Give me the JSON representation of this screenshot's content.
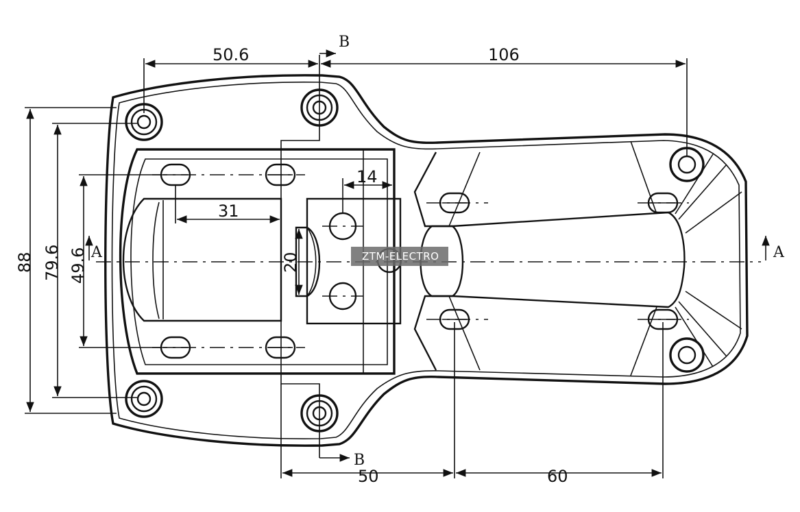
{
  "dimensions": {
    "d_50_6": "50.6",
    "d_106": "106",
    "d_88": "88",
    "d_79_6": "79.6",
    "d_49_6": "49.6",
    "d_31": "31",
    "d_14": "14",
    "d_20": "20",
    "d_50": "50",
    "d_60": "60"
  },
  "sections": {
    "b_top": "B",
    "b_bottom": "B",
    "a_left": "A",
    "a_right": "A"
  },
  "watermark": "ZTM-ELECTRO"
}
